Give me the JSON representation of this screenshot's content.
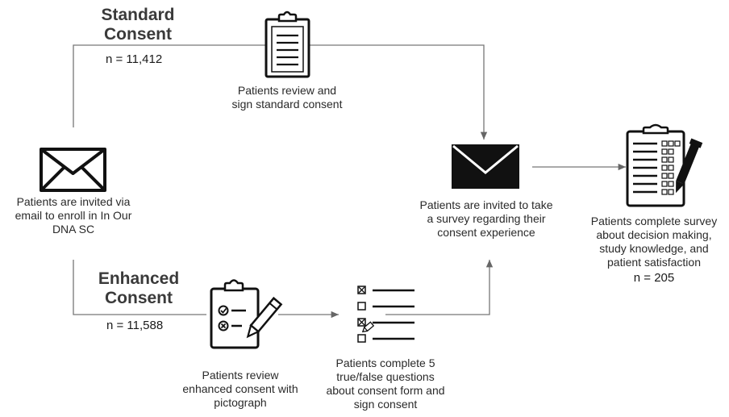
{
  "standard_arm": {
    "title_line1": "Standard",
    "title_line2": "Consent",
    "n_label": "n = 11,412",
    "step_review_line1": "Patients review and",
    "step_review_line2": "sign standard consent"
  },
  "enhanced_arm": {
    "title_line1": "Enhanced",
    "title_line2": "Consent",
    "n_label": "n = 11,588",
    "step_review_line1": "Patients review",
    "step_review_line2": "enhanced consent with",
    "step_review_line3": "pictograph",
    "step_quiz_line1": "Patients complete 5",
    "step_quiz_line2": "true/false questions",
    "step_quiz_line3": "about consent form and",
    "step_quiz_line4": "sign consent"
  },
  "invite": {
    "line1": "Patients are invited via",
    "line2": "email to enroll in In Our",
    "line3": "DNA SC"
  },
  "survey_invite": {
    "line1": "Patients are invited to take",
    "line2": "a survey regarding their",
    "line3": "consent experience"
  },
  "survey_complete": {
    "line1": "Patients complete survey",
    "line2": "about decision making,",
    "line3": "study knowledge, and",
    "line4": "patient satisfaction",
    "n_label": "n = 205"
  },
  "icons": {
    "invite": "envelope-outline-icon",
    "standard_review": "clipboard-lines-icon",
    "enhanced_review": "clipboard-check-pencil-icon",
    "quiz": "checkbox-list-icon",
    "survey_invite": "envelope-filled-icon",
    "survey_complete": "clipboard-survey-pencil-icon"
  },
  "colors": {
    "connector": "#777777",
    "icon": "#111111",
    "heading": "#3a3a3a"
  }
}
